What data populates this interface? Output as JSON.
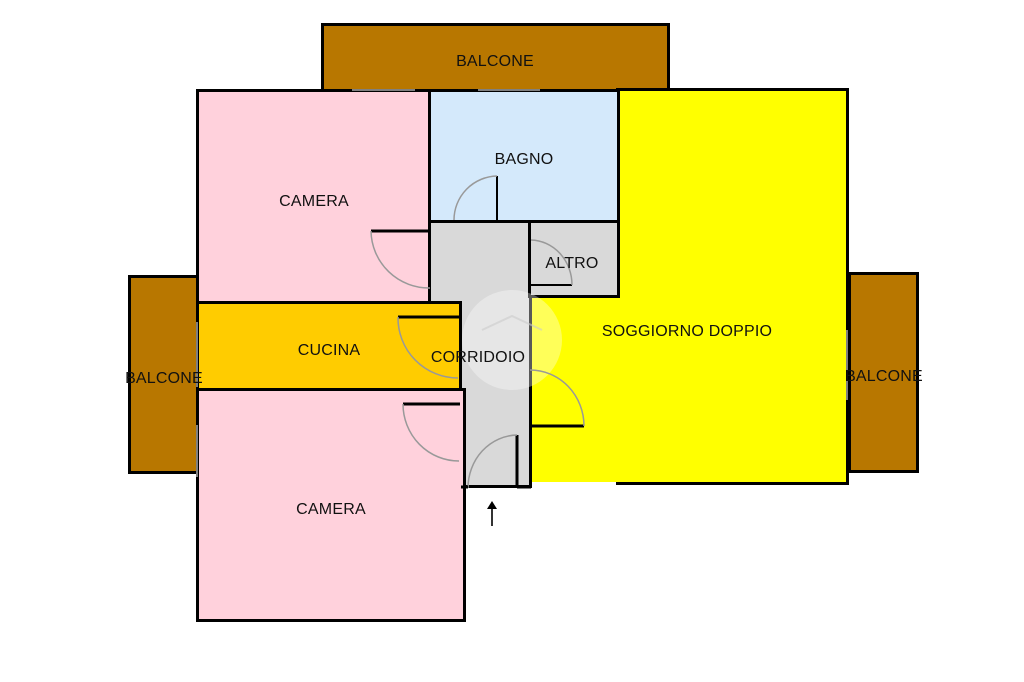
{
  "floorplan": {
    "title": "",
    "colors": {
      "balcone": "#b87700",
      "camera": "#ffd1dc",
      "bagno": "#d4e9fb",
      "altro": "#d9d9d9",
      "corridoio": "#d9d9d9",
      "cucina": "#ffcc00",
      "soggiorno": "#ffff00",
      "wall": "#000000",
      "door_arc": "#999999"
    },
    "rooms": {
      "balcone_top": {
        "label": "BALCONE"
      },
      "balcone_left": {
        "label": "BALCONE"
      },
      "balcone_right": {
        "label": "BALCONE"
      },
      "camera_top": {
        "label": "CAMERA"
      },
      "bagno": {
        "label": "BAGNO"
      },
      "altro": {
        "label": "ALTRO"
      },
      "cucina": {
        "label": "CUCINA"
      },
      "corridoio": {
        "label": "CORRIDOIO"
      },
      "soggiorno": {
        "label": "SOGGIORNO DOPPIO"
      },
      "camera_bottom": {
        "label": "CAMERA"
      }
    },
    "entrance": {
      "icon": "up-arrow-icon",
      "glyph": "↑"
    }
  }
}
